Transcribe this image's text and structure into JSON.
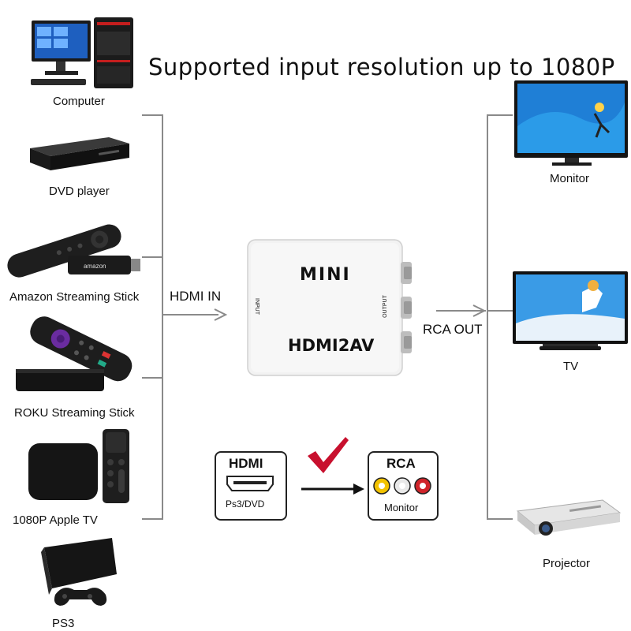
{
  "title": "Supported input resolution up to 1080P",
  "sources": [
    {
      "label": "Computer",
      "icon": "computer-icon"
    },
    {
      "label": "DVD player",
      "icon": "dvd-player-icon"
    },
    {
      "label": "Amazon Streaming Stick",
      "icon": "amazon-stick-icon"
    },
    {
      "label": "ROKU Streaming Stick",
      "icon": "roku-stick-icon"
    },
    {
      "label": "1080P Apple TV",
      "icon": "apple-tv-icon"
    },
    {
      "label": "PS3",
      "icon": "ps3-icon"
    }
  ],
  "outputs": [
    {
      "label": "Monitor",
      "icon": "monitor-icon"
    },
    {
      "label": "TV",
      "icon": "tv-icon"
    },
    {
      "label": "Projector",
      "icon": "projector-icon"
    }
  ],
  "converter": {
    "brand": "MINI",
    "model": "HDMI2AV",
    "input_port": "INPUT",
    "output_port": "OUTPUT"
  },
  "hdmi_in_label": "HDMI IN",
  "rca_out_label": "RCA OUT",
  "hdmi_box": {
    "title": "HDMI",
    "caption": "Ps3/DVD"
  },
  "rca_box": {
    "title": "RCA",
    "caption": "Monitor"
  },
  "colors": {
    "line": "#8a8a8a",
    "check": "#c8102e",
    "device_dark": "#1c1c1c",
    "screen_blue": "#1f7fd6"
  }
}
